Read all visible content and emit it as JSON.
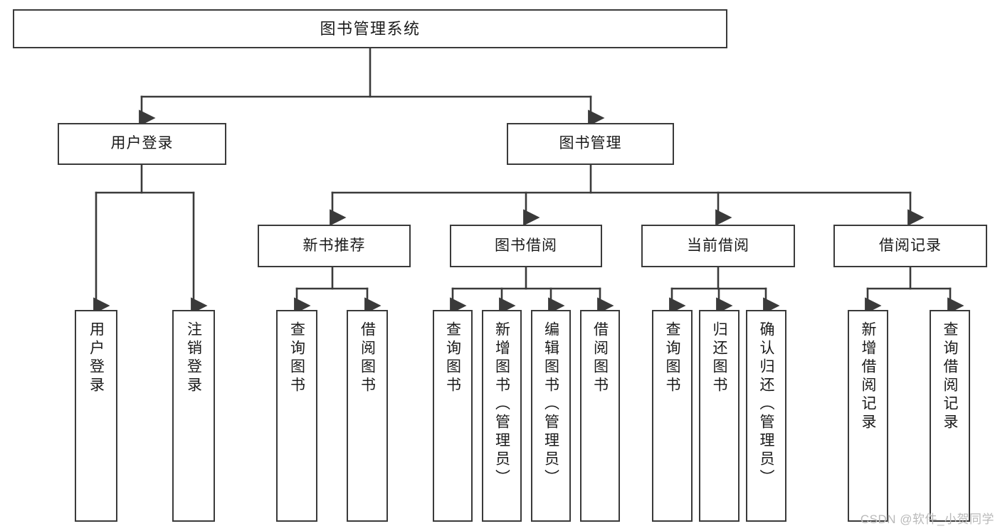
{
  "diagram": {
    "title": "图书管理系统",
    "watermark": "CSDN @软件_小贺同学",
    "line_color": "#3a3a3a",
    "box_fill": "#ffffff",
    "text_color": "#1a1a1a",
    "watermark_color": "#b9b9b9",
    "type": "tree-hierarchy",
    "levels": 4
  },
  "nodes": {
    "root": {
      "label": "图书管理系统",
      "level": 1
    },
    "l2": [
      {
        "id": "user-login",
        "label": "用户登录",
        "level": 2
      },
      {
        "id": "book-manage",
        "label": "图书管理",
        "level": 2
      }
    ],
    "l3": [
      {
        "id": "new-book-rec",
        "label": "新书推荐",
        "level": 3,
        "parent": "book-manage"
      },
      {
        "id": "book-borrow",
        "label": "图书借阅",
        "level": 3,
        "parent": "book-manage"
      },
      {
        "id": "current-borrow",
        "label": "当前借阅",
        "level": 3,
        "parent": "book-manage"
      },
      {
        "id": "borrow-record",
        "label": "借阅记录",
        "level": 3,
        "parent": "book-manage"
      }
    ],
    "leaves": [
      {
        "id": "leaf-user-login",
        "label": "用户登录",
        "parent": "user-login"
      },
      {
        "id": "leaf-user-logout",
        "label": "注销登录",
        "parent": "user-login"
      },
      {
        "id": "leaf-query-book-1",
        "label": "查询图书",
        "parent": "new-book-rec"
      },
      {
        "id": "leaf-borrow-book-1",
        "label": "借阅图书",
        "parent": "new-book-rec"
      },
      {
        "id": "leaf-query-book-2",
        "label": "查询图书",
        "parent": "book-borrow"
      },
      {
        "id": "leaf-add-book",
        "label": "新增图书（管理员）",
        "parent": "book-borrow"
      },
      {
        "id": "leaf-edit-book",
        "label": "编辑图书（管理员）",
        "parent": "book-borrow"
      },
      {
        "id": "leaf-borrow-book-2",
        "label": "借阅图书",
        "parent": "book-borrow"
      },
      {
        "id": "leaf-query-book-3",
        "label": "查询图书",
        "parent": "current-borrow"
      },
      {
        "id": "leaf-return-book",
        "label": "归还图书",
        "parent": "current-borrow"
      },
      {
        "id": "leaf-confirm-return",
        "label": "确认归还（管理员）",
        "parent": "current-borrow"
      },
      {
        "id": "leaf-add-record",
        "label": "新增借阅记录",
        "parent": "borrow-record"
      },
      {
        "id": "leaf-query-record",
        "label": "查询借阅记录",
        "parent": "borrow-record"
      }
    ]
  }
}
